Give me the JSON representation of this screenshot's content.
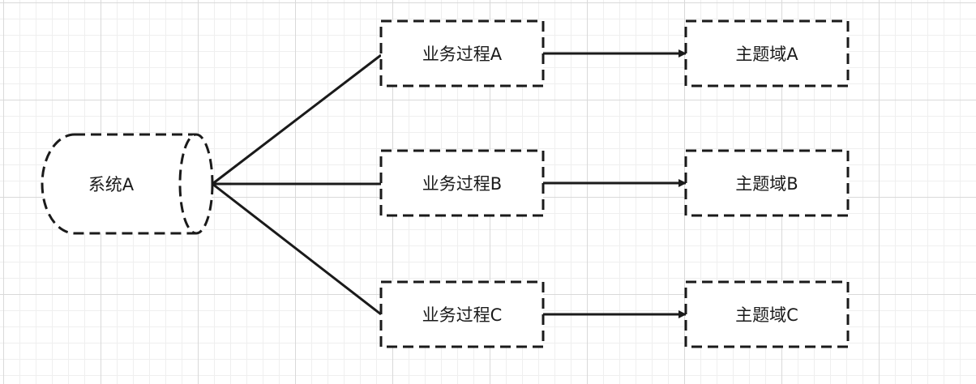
{
  "diagram": {
    "source": {
      "label": "系统A"
    },
    "processes": [
      {
        "label": "业务过程A"
      },
      {
        "label": "业务过程B"
      },
      {
        "label": "业务过程C"
      }
    ],
    "domains": [
      {
        "label": "主题域A"
      },
      {
        "label": "主题域B"
      },
      {
        "label": "主题域C"
      }
    ]
  },
  "colors": {
    "stroke": "#1a1a1a",
    "background": "#ffffff"
  }
}
